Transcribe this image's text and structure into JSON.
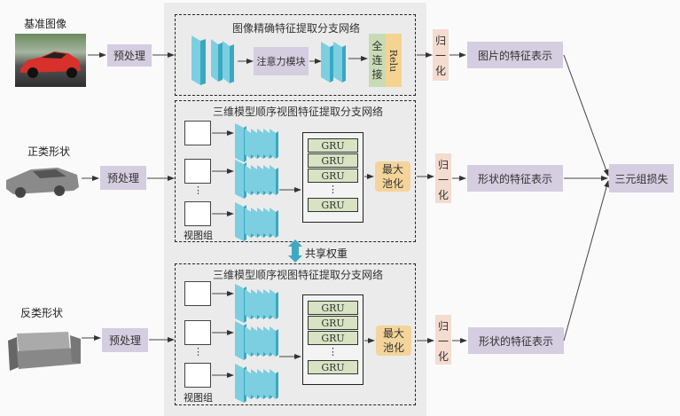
{
  "inputs": {
    "anchor": {
      "label": "基准图像",
      "image": "red-car-photo"
    },
    "positive": {
      "label": "正类形状",
      "image": "gray-car-3d-model"
    },
    "negative": {
      "label": "反类形状",
      "image": "gray-sofa-3d-model"
    }
  },
  "preprocess_label": "预处理",
  "image_branch": {
    "title": "图像精确特征提取分支网络",
    "attention": "注意力模块",
    "fc": [
      "全",
      "连",
      "接"
    ],
    "relu": "Relu"
  },
  "shape_branch": {
    "title": "三维模型顺序视图特征提取分支网络",
    "view_group": "视图组",
    "gru_labels": [
      "GRU",
      "GRU",
      "GRU",
      "GRU"
    ],
    "dots": "⋮",
    "maxpool": [
      "最大",
      "池化"
    ]
  },
  "shared_weights": "共享权重",
  "normalize": {
    "top": "归",
    "mid": "一",
    "bottom": "化"
  },
  "outputs": {
    "image_feature": "图片的特征表示",
    "positive_feature": "形状的特征表示",
    "negative_feature": "形状的特征表示"
  },
  "loss": "三元组损失",
  "colors": {
    "purple_box": "#d5cde0",
    "peach_box": "#f4dccf",
    "gru_green": "#d7e3c2",
    "pool_orange": "#f4d49a",
    "cnn_teal": "#5bc0d3",
    "panel_gray": "#ebebeb"
  }
}
